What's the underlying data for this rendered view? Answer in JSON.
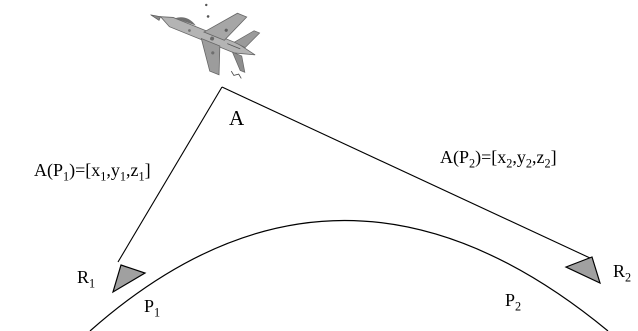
{
  "labels": {
    "aircraft": "A",
    "vector_left": {
      "pre": "A(P",
      "s1": "1",
      "mid1": ")=[x",
      "s2": "1",
      "mid2": ",y",
      "s3": "1",
      "mid3": ",z",
      "s4": "1",
      "post": "]"
    },
    "vector_right": {
      "pre": "A(P",
      "s1": "2",
      "mid1": ")=[x",
      "s2": "2",
      "mid2": ",y",
      "s3": "2",
      "mid3": ",z",
      "s4": "2",
      "post": "]"
    },
    "receiver_left": {
      "base": "R",
      "sub": "1"
    },
    "receiver_right": {
      "base": "R",
      "sub": "2"
    },
    "point_left": {
      "base": "P",
      "sub": "1"
    },
    "point_right": {
      "base": "P",
      "sub": "2"
    }
  },
  "colors": {
    "line": "#000000",
    "receiver_fill": "#a0a0a0",
    "aircraft": "#9a9a9a"
  },
  "icons": {
    "aircraft": "fighter-jet-icon",
    "receiver": "receiver-triangle-icon"
  }
}
